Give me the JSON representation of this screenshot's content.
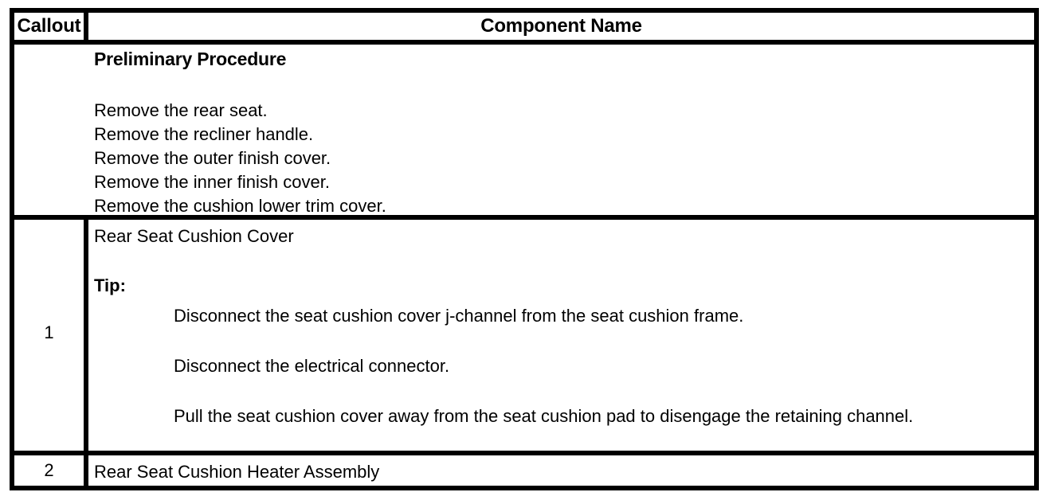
{
  "document": {
    "type": "service-procedure-table",
    "colors": {
      "ink": "#000000",
      "paper": "#ffffff"
    }
  },
  "table": {
    "headers": {
      "callout": "Callout",
      "component_name": "Component Name"
    },
    "preliminary": {
      "title": "Preliminary Procedure",
      "steps": [
        "Remove the rear seat.",
        "Remove the recliner handle.",
        "Remove the outer finish cover.",
        "Remove the inner finish cover.",
        "Remove the cushion lower trim cover."
      ]
    },
    "rows": [
      {
        "callout": "1",
        "name": "Rear Seat Cushion Cover",
        "tip_label": "Tip:",
        "tips": [
          "Disconnect the seat cushion cover j-channel from the seat cushion frame.",
          "Disconnect the electrical connector.",
          "Pull the seat cushion cover away from the seat cushion pad to disengage the retaining channel."
        ]
      },
      {
        "callout": "2",
        "name": "Rear Seat Cushion Heater Assembly"
      }
    ]
  }
}
